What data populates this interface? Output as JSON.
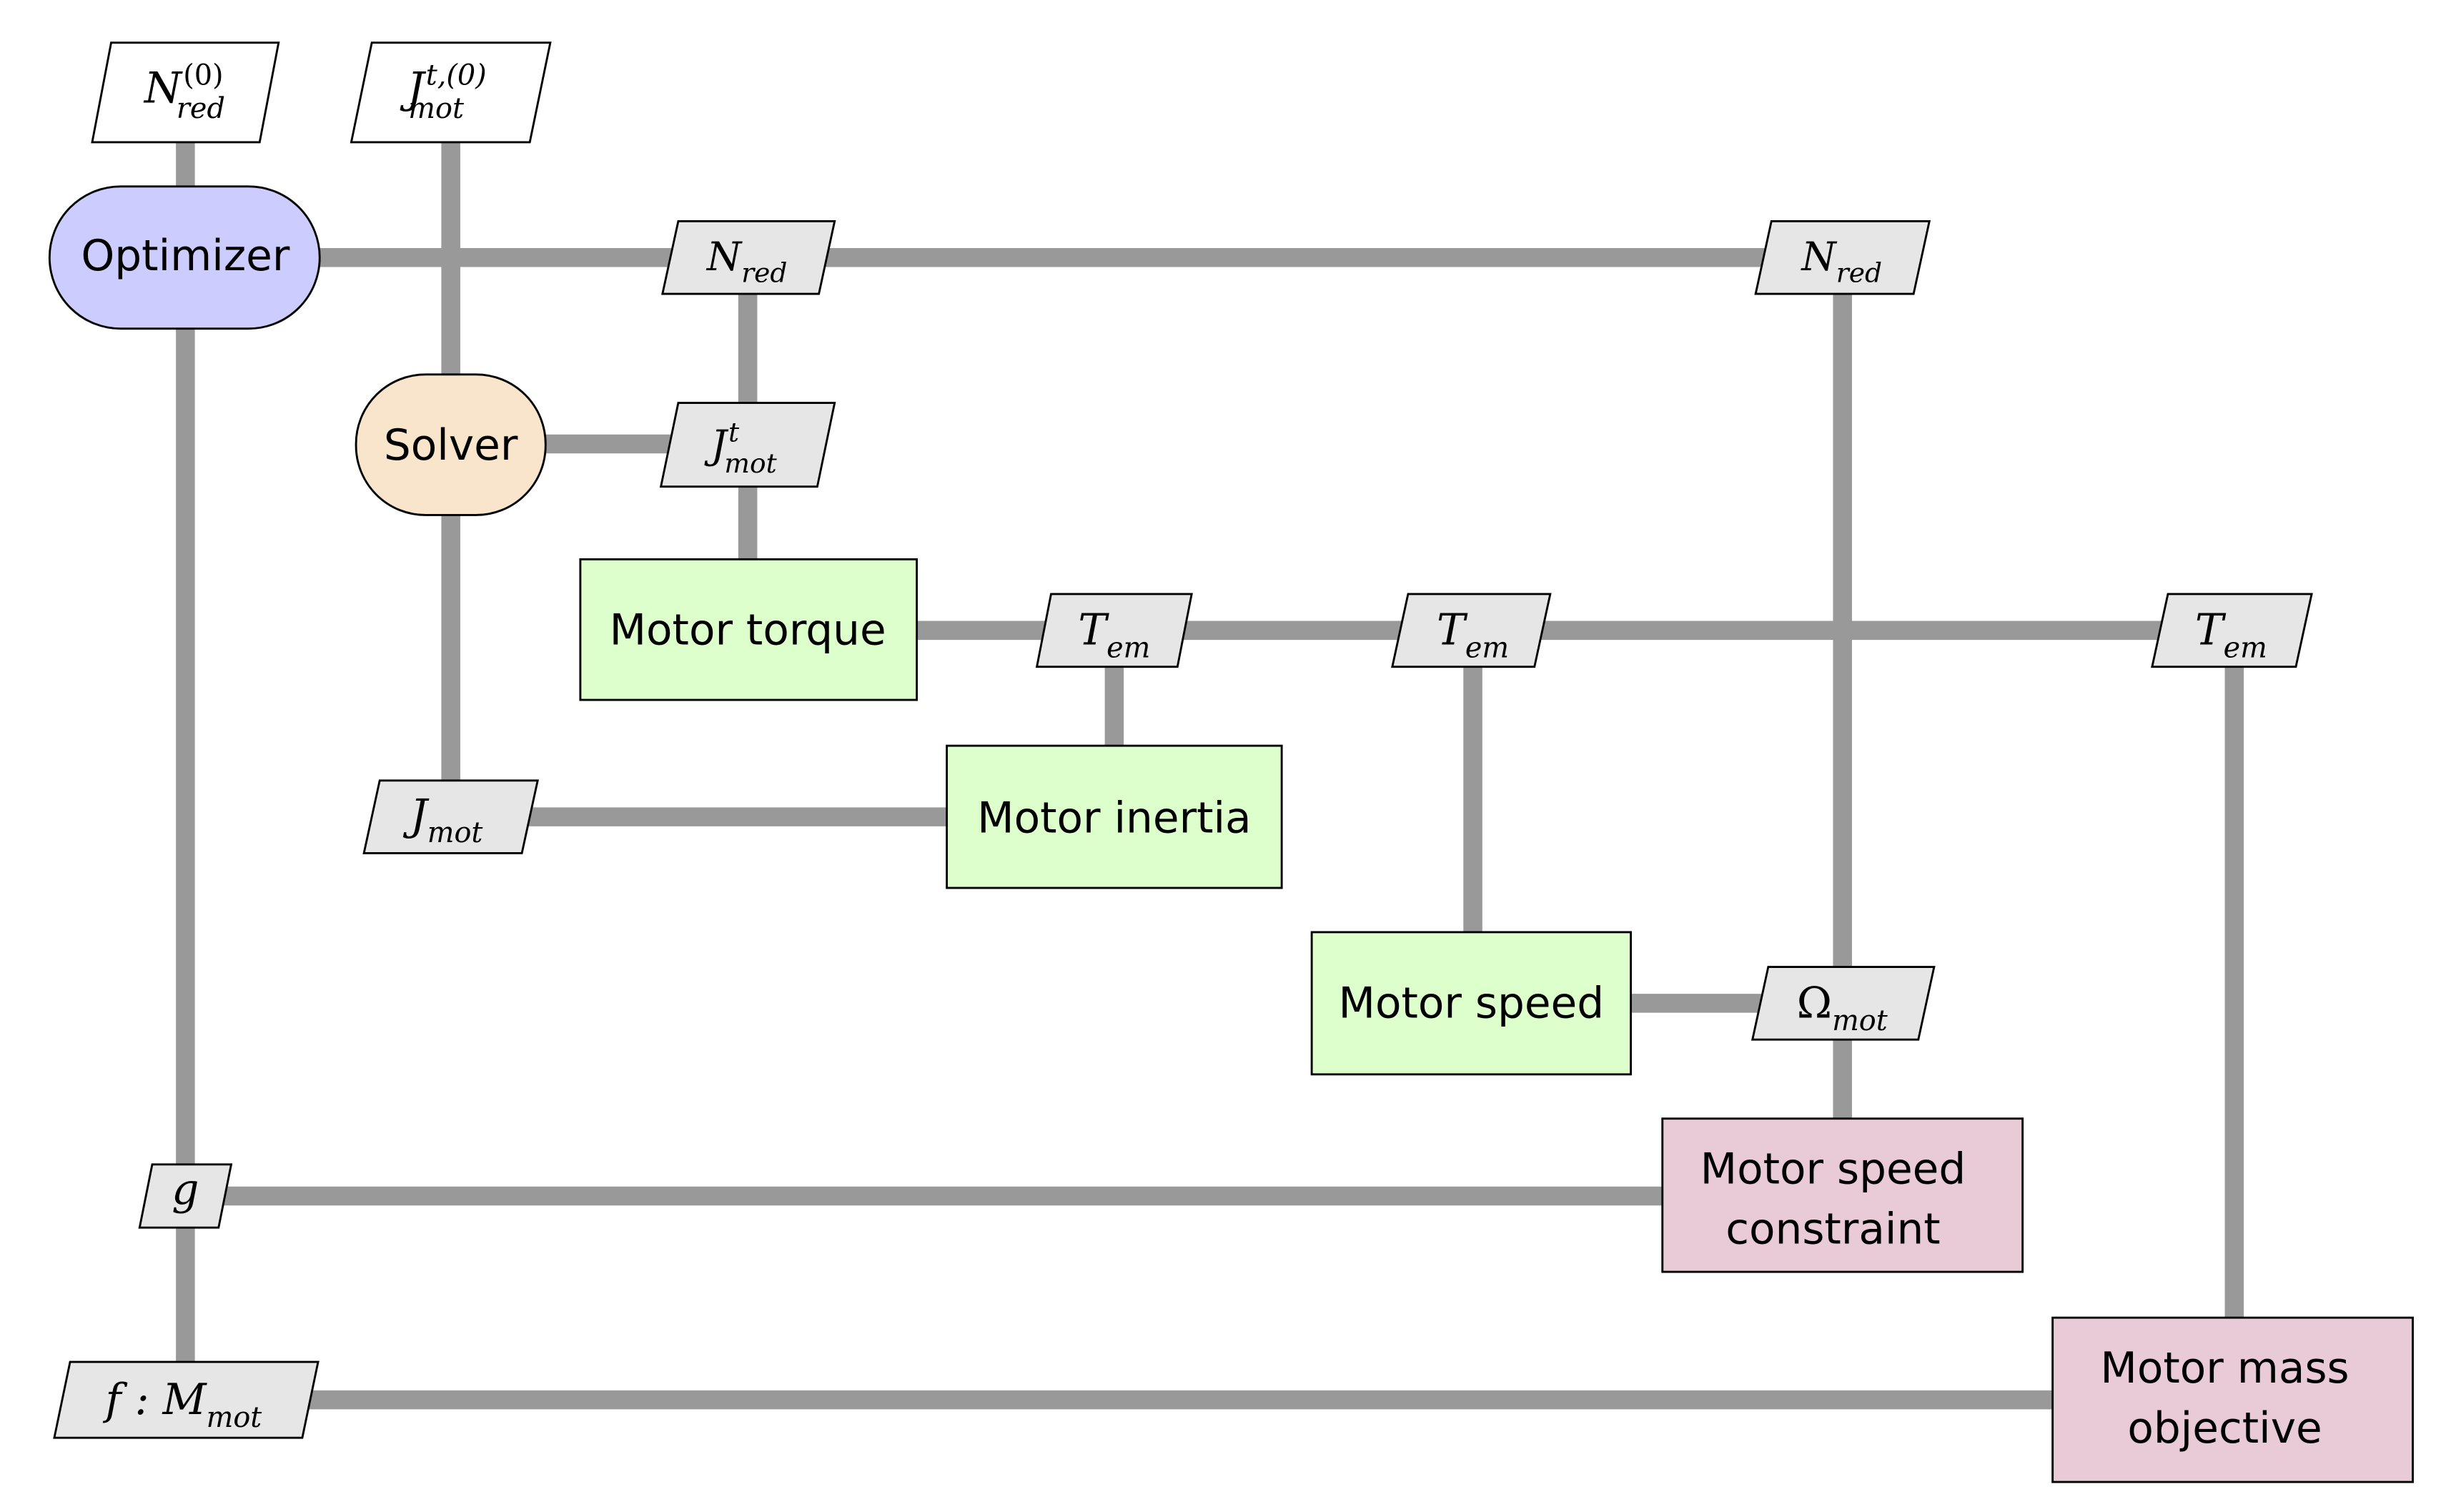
{
  "colors": {
    "line": "#999999",
    "optimizer": "#ccccff",
    "solver": "#f8e5cb",
    "function": "#ddffcc",
    "constraint": "#e9cad7",
    "data": "#e6e6e6",
    "input": "#ffffff",
    "stroke": "#000000"
  },
  "inputs": {
    "nred0": {
      "base": "N",
      "sup": "(0)",
      "sub": "red"
    },
    "jmot0": {
      "base": "J",
      "sup": "t,(0)",
      "sub": "mot"
    }
  },
  "blocks": {
    "optimizer": "Optimizer",
    "solver": "Solver",
    "motor_torque": "Motor torque",
    "motor_inertia": "Motor inertia",
    "motor_speed": "Motor speed",
    "speed_constraint": [
      "Motor speed",
      "constraint"
    ],
    "mass_objective": [
      "Motor mass",
      "objective"
    ]
  },
  "variables": {
    "nred_1": {
      "base": "N",
      "sub": "red"
    },
    "nred_2": {
      "base": "N",
      "sub": "red"
    },
    "jmot_t": {
      "base": "J",
      "sup": "t",
      "sub": "mot"
    },
    "tem_1": {
      "base": "T",
      "sub": "em"
    },
    "tem_2": {
      "base": "T",
      "sub": "em"
    },
    "tem_3": {
      "base": "T",
      "sub": "em"
    },
    "jmot": {
      "base": "J",
      "sub": "mot"
    },
    "omega_mot": {
      "base": "Ω",
      "sub": "mot"
    },
    "g": {
      "base": "g"
    },
    "f_mmot": {
      "prefix": "f : ",
      "base": "M",
      "sub": "mot"
    }
  }
}
